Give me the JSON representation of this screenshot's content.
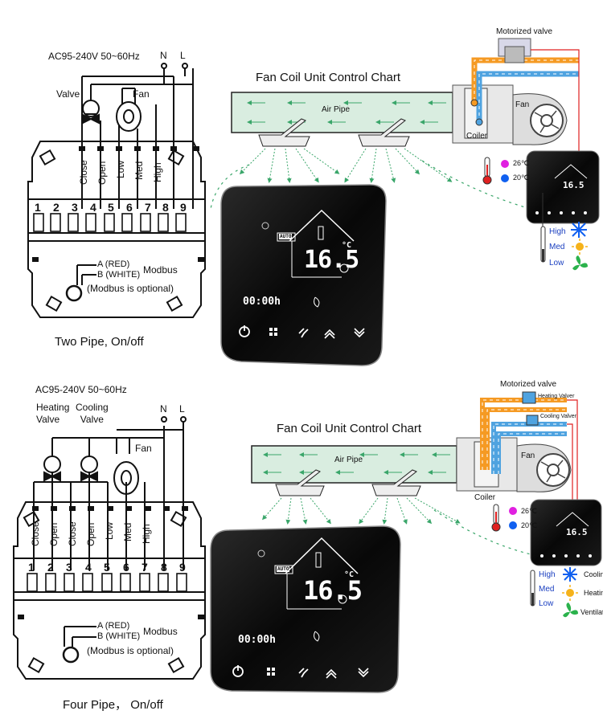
{
  "top": {
    "power_label": "AC95-240V  50~60Hz",
    "n_label": "N",
    "l_label": "L",
    "valve_label": "Valve",
    "fan_label": "Fan",
    "terminal_labels": [
      "Close",
      "Open",
      "Low",
      "Med",
      "High"
    ],
    "terminal_numbers": [
      "1",
      "2",
      "3",
      "4",
      "5",
      "6",
      "7",
      "8",
      "9"
    ],
    "modbus_a": "A (RED)",
    "modbus_b": "B (WHITE)",
    "modbus_label": "Modbus",
    "modbus_note": "(Modbus is optional)",
    "caption": "Two Pipe, On/off",
    "chart_title": "Fan Coil Unit Control Chart",
    "air_pipe_label": "Air Pipe",
    "motorized_valve_label": "Motorized valve",
    "coiler_label": "Coiler",
    "fan_unit_label": "Fan",
    "temp_high": "26℃",
    "temp_low": "20℃",
    "speed_labels": [
      "High",
      "Med",
      "Low"
    ],
    "lcd_temp": "16.5",
    "lcd_unit": "°C",
    "lcd_time": "00:00h",
    "lcd_mode": "AUTO",
    "small_lcd_temp": "16.5"
  },
  "bottom": {
    "power_label": "AC95-240V  50~60Hz",
    "n_label": "N",
    "l_label": "L",
    "heating_valve_label": "Heating\nValve",
    "cooling_valve_label": "Cooling\nValve",
    "fan_label": "Fan",
    "terminal_labels": [
      "Close",
      "Open",
      "Close",
      "Open",
      "Low",
      "Med",
      "High"
    ],
    "terminal_numbers": [
      "1",
      "2",
      "3",
      "4",
      "5",
      "6",
      "7",
      "8",
      "9"
    ],
    "modbus_a": "A (RED)",
    "modbus_b": "B (WHITE)",
    "modbus_label": "Modbus",
    "modbus_note": "(Modbus is optional)",
    "caption": "Four Pipe， On/off",
    "chart_title": "Fan Coil Unit Control Chart",
    "air_pipe_label": "Air Pipe",
    "motorized_valve_label": "Motorized valve",
    "heating_valver_label": "Heating Valver",
    "cooling_valver_label": "Cooling Valver",
    "coiler_label": "Coiler",
    "fan_unit_label": "Fan",
    "temp_high": "26℃",
    "temp_low": "20℃",
    "speed_labels": [
      "High",
      "Med",
      "Low"
    ],
    "mode_labels": [
      "Coolin",
      "Heatin",
      "Ventilat"
    ],
    "lcd_temp": "16.5",
    "lcd_unit": "°C",
    "lcd_time": "00:00h",
    "lcd_mode": "AUTO",
    "small_lcd_temp": "16.5"
  },
  "colors": {
    "hot_pipe": "#f59a23",
    "cold_pipe": "#4fa3e0",
    "air_pipe": "#d9ede0",
    "air_arrow": "#3aa66a",
    "wire_red": "#e02020",
    "thermostat_bg": "#0b0b0b",
    "dot_magenta": "#e020e0",
    "dot_blue": "#1060f0"
  },
  "icons": [
    "power-icon",
    "menu-icon",
    "fan-icon",
    "up-icon",
    "down-icon",
    "snowflake-icon",
    "sun-icon",
    "ventilation-icon",
    "thermometer-icon"
  ]
}
